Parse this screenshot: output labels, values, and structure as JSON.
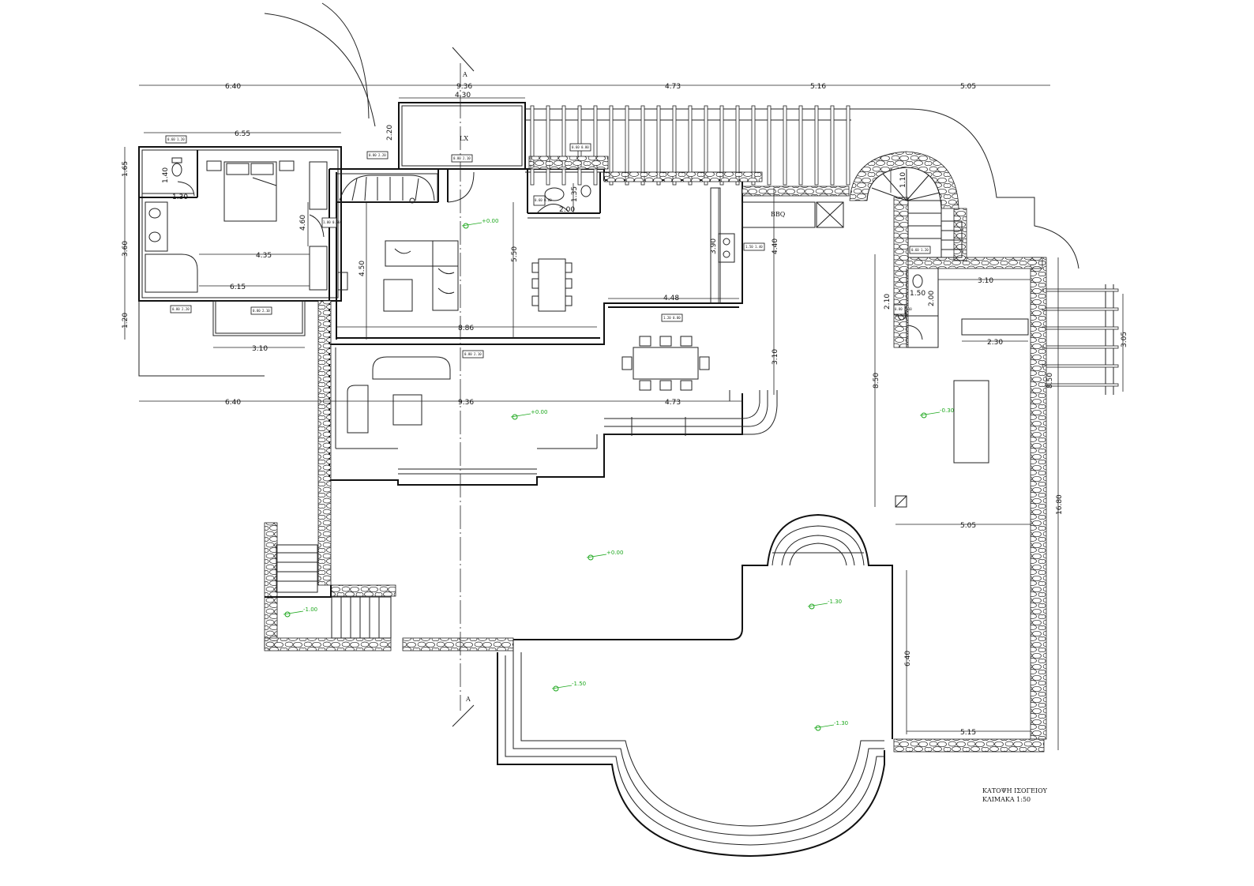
{
  "drawing": {
    "title_line1": "ΚΑΤΟΨΗ ΙΣΟΓΕΙΟΥ",
    "title_line2": "ΚΛΙΜΑΚΑ 1:50",
    "section_marker": "A",
    "room_labels": {
      "lx": "LX",
      "bbq": "BBQ"
    }
  },
  "dimensions": {
    "top_640": "6.40",
    "top_936": "9.36",
    "top_473": "4.73",
    "top_516": "5.16",
    "top_505": "5.05",
    "top_430": "4.30",
    "top_220": "2.20",
    "top_655": "6.55",
    "mid_640": "6.40",
    "mid_936": "9.36",
    "mid_473": "4.73",
    "left_165": "1.65",
    "left_360": "3.60",
    "left_120": "1.20",
    "bed_140": "1.40",
    "bed_130": "1.30",
    "bed_460": "4.60",
    "bed_435": "4.35",
    "bed_615": "6.15",
    "bed_310": "3.10",
    "liv_450": "4.50",
    "liv_550": "5.50",
    "liv_886": "8.86",
    "wc_135": "1.35",
    "wc_200": "2.00",
    "kit_390": "3.90",
    "kit_440": "4.40",
    "kit_448": "4.48",
    "kit_310": "3.10",
    "stair_110": "1.10",
    "r_310": "3.10",
    "r_210": "2.10",
    "r_150": "1.50",
    "r_200": "2.00",
    "r_230": "2.30",
    "r_850a": "8.50",
    "r_850b": "8.50",
    "r_305": "3.05",
    "r_1680": "16.80",
    "r_505": "5.05",
    "pool_640": "6.40",
    "pool_515": "5.15"
  },
  "levels": {
    "l1": "+0.00",
    "l2": "+0.00",
    "l3": "-0.30",
    "l4": "+0.00",
    "l5": "-1.00",
    "l6": "-1.30",
    "l7": "-1.50",
    "l8": "-1.30"
  },
  "tags": {
    "t1": "0.60 1.20",
    "t2": "0.80 2.20",
    "t3": "0.80 2.10",
    "t4": "0.60 0.80",
    "t5": "1.00 0.80",
    "t6": "1.50 1.40",
    "t7": "0.80 2.20",
    "t8": "0.80 2.10",
    "t9": "0.60 0.80",
    "t10": "1.20 0.80",
    "t11": "0.80 2.10",
    "t12": "0.60 1.20",
    "t13": "0.80 2.10"
  }
}
